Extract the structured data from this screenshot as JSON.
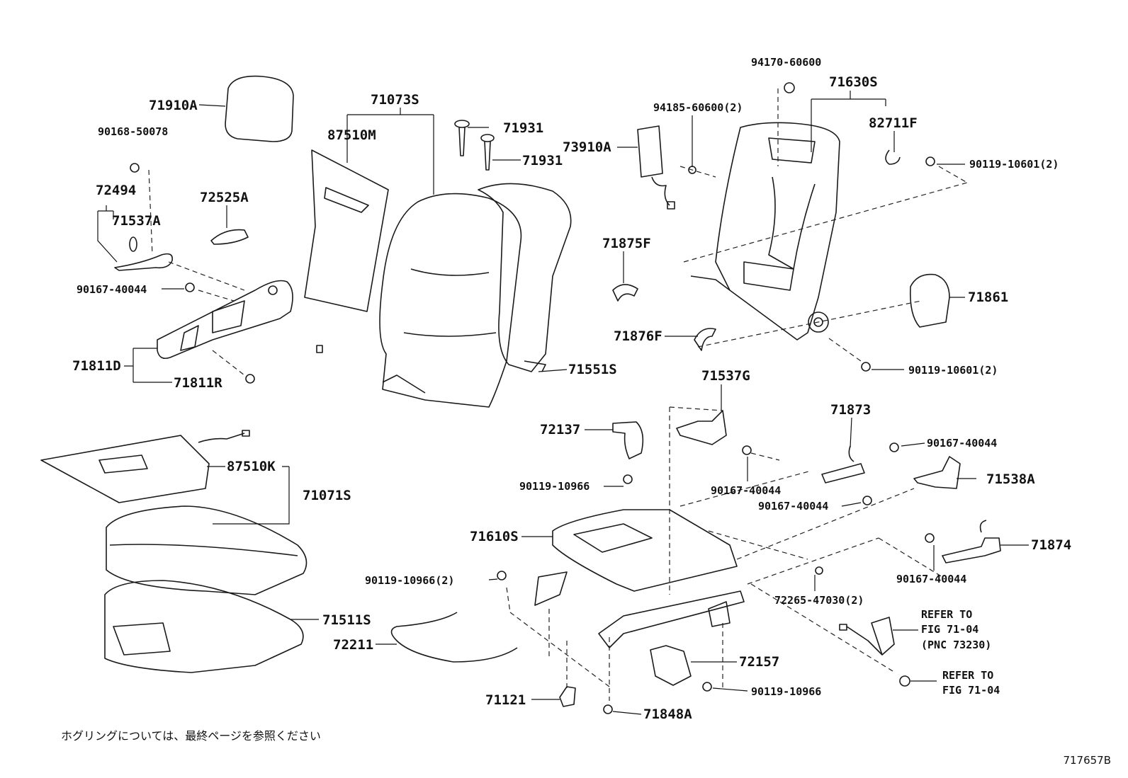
{
  "labels": {
    "l_94170_60600": "94170-60600",
    "l_71630S": "71630S",
    "l_94185_60600": "94185-60600(2)",
    "l_82711F": "82711F",
    "l_71073S": "71073S",
    "l_71910A": "71910A",
    "l_71931_a": "71931",
    "l_71931_b": "71931",
    "l_73910A": "73910A",
    "l_90119_10601_a": "90119-10601(2)",
    "l_90168_50078": "90168-50078",
    "l_87510M": "87510M",
    "l_72494": "72494",
    "l_72525A": "72525A",
    "l_71537A": "71537A",
    "l_71875F": "71875F",
    "l_71861": "71861",
    "l_90167_40044_a": "90167-40044",
    "l_71876F": "71876F",
    "l_71811D": "71811D",
    "l_71551S": "71551S",
    "l_90119_10601_b": "90119-10601(2)",
    "l_71811R": "71811R",
    "l_71537G": "71537G",
    "l_71873": "71873",
    "l_72137": "72137",
    "l_90167_40044_b": "90167-40044",
    "l_87510K": "87510K",
    "l_71538A": "71538A",
    "l_71071S": "71071S",
    "l_90119_10966_a": "90119-10966",
    "l_90167_40044_c": "90167-40044",
    "l_90167_40044_d": "90167-40044",
    "l_71610S": "71610S",
    "l_71874": "71874",
    "l_90119_10966_b": "90119-10966(2)",
    "l_90167_40044_e": "90167-40044",
    "l_72265_47030": "72265-47030(2)",
    "l_refer1_a": "REFER TO",
    "l_refer1_b": "FIG 71-04",
    "l_refer1_c": "(PNC 73230)",
    "l_71511S": "71511S",
    "l_72211": "72211",
    "l_72157": "72157",
    "l_refer2_a": "REFER TO",
    "l_refer2_b": "FIG 71-04",
    "l_90119_10966_c": "90119-10966",
    "l_71121": "71121",
    "l_71848A": "71848A"
  },
  "footnote": "ホグリングについては、最終ページを参照ください",
  "figure_id": "717657B"
}
